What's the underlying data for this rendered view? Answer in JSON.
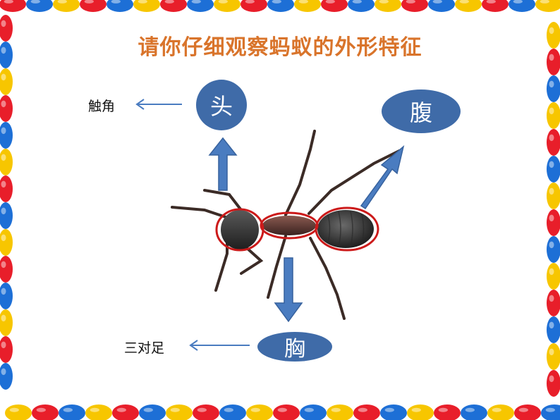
{
  "title": "请你仔细观察蚂蚁的外形特征",
  "parts": {
    "head": "头",
    "thorax": "胸",
    "abdomen": "腹"
  },
  "features": {
    "antenna": "触角",
    "legs": "三对足"
  },
  "colors": {
    "title": "#d9742b",
    "node": "#3f6ba8",
    "arrow": "#4a7cc0",
    "highlight": "#cc1a1a",
    "ant_body": "#3a3a3a"
  },
  "border_palette": [
    "#e81e2a",
    "#f7c600",
    "#1d6fd6",
    "#e81e2a",
    "#f7c600",
    "#1d6fd6"
  ]
}
